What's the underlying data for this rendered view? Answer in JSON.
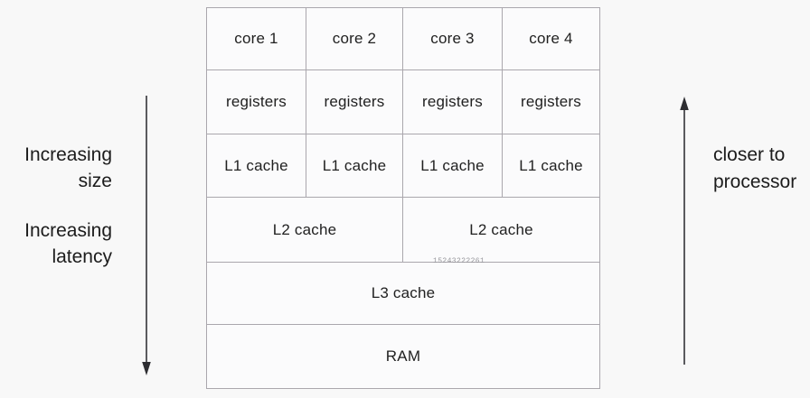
{
  "colors": {
    "page_bg": "#f8f8f8",
    "cell_bg": "#fbfbfc",
    "grid_line": "#aaa7ad",
    "text": "#212121",
    "arrow": "#3f3f44",
    "watermark": "#96969b"
  },
  "hierarchy_table": {
    "cores": [
      "core 1",
      "core 2",
      "core 3",
      "core 4"
    ],
    "registers": [
      "registers",
      "registers",
      "registers",
      "registers"
    ],
    "l1_caches": [
      "L1 cache",
      "L1 cache",
      "L1 cache",
      "L1 cache"
    ],
    "l2_caches": [
      "L2 cache",
      "L2 cache"
    ],
    "l3_cache": "L3 cache",
    "ram": "RAM"
  },
  "annotations": {
    "left_size_line1": "Increasing",
    "left_size_line2": "size",
    "left_latency_line1": "Increasing",
    "left_latency_line2": "latency",
    "right_line1": "closer to",
    "right_line2": "processor",
    "watermark": "15243222261"
  }
}
